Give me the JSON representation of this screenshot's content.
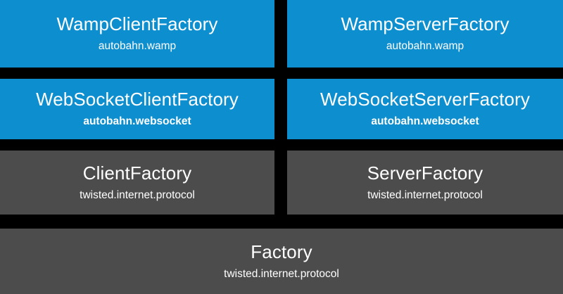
{
  "diagram": {
    "background_color": "#000000",
    "palette": {
      "blue": "#0d8ecf",
      "gray": "#4c4c4c",
      "text": "#ffffff"
    },
    "nodes": [
      {
        "id": "wamp-client-factory",
        "title": "WampClientFactory",
        "subtitle": "autobahn.wamp",
        "color": "#0d8ecf",
        "row": 1,
        "column": "left"
      },
      {
        "id": "wamp-server-factory",
        "title": "WampServerFactory",
        "subtitle": "autobahn.wamp",
        "color": "#0d8ecf",
        "row": 1,
        "column": "right"
      },
      {
        "id": "websocket-client-factory",
        "title": "WebSocketClientFactory",
        "subtitle": "autobahn.websocket",
        "color": "#0d8ecf",
        "row": 2,
        "column": "left"
      },
      {
        "id": "websocket-server-factory",
        "title": "WebSocketServerFactory",
        "subtitle": "autobahn.websocket",
        "color": "#0d8ecf",
        "row": 2,
        "column": "right"
      },
      {
        "id": "client-factory",
        "title": "ClientFactory",
        "subtitle": "twisted.internet.protocol",
        "color": "#4c4c4c",
        "row": 3,
        "column": "left"
      },
      {
        "id": "server-factory",
        "title": "ServerFactory",
        "subtitle": "twisted.internet.protocol",
        "color": "#4c4c4c",
        "row": 3,
        "column": "right"
      },
      {
        "id": "factory",
        "title": "Factory",
        "subtitle": "twisted.internet.protocol",
        "color": "#4c4c4c",
        "row": 4,
        "column": "full"
      }
    ]
  }
}
